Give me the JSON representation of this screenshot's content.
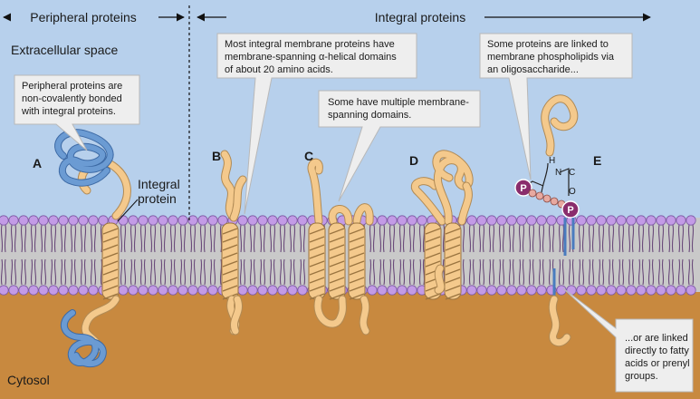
{
  "header": {
    "peripheral_label": "Peripheral proteins",
    "integral_label": "Integral proteins"
  },
  "regions": {
    "extracellular": "Extracellular space",
    "cytosol": "Cytosol"
  },
  "letters": [
    "A",
    "B",
    "C",
    "D",
    "E"
  ],
  "integral_protein_label": [
    "Integral",
    "protein"
  ],
  "callouts": {
    "a": [
      "Peripheral proteins are",
      "non-covalently bonded",
      "with integral proteins."
    ],
    "b": [
      "Most integral membrane proteins have",
      "membrane-spanning α-helical domains",
      "of about 20 amino acids."
    ],
    "c": [
      "Some have multiple membrane-",
      "spanning domains."
    ],
    "e": [
      "Some proteins are linked to",
      "membrane phospholipids via",
      "an oligosaccharide..."
    ],
    "lipid": [
      "...or are linked",
      "directly to fatty",
      "acids or prenyl",
      "groups."
    ]
  },
  "chem": {
    "h": "H",
    "n": "N",
    "c": "C",
    "o": "O",
    "p": "P"
  },
  "colors": {
    "extracellular": "#b7d0ec",
    "cytosol": "#c8893f",
    "bilayer": "#c9c9c9",
    "lipid_head": "#c39be6",
    "protein": "#f4c98c",
    "peripheral": "#6b9bd3",
    "phosphate": "#8a2d6c"
  }
}
